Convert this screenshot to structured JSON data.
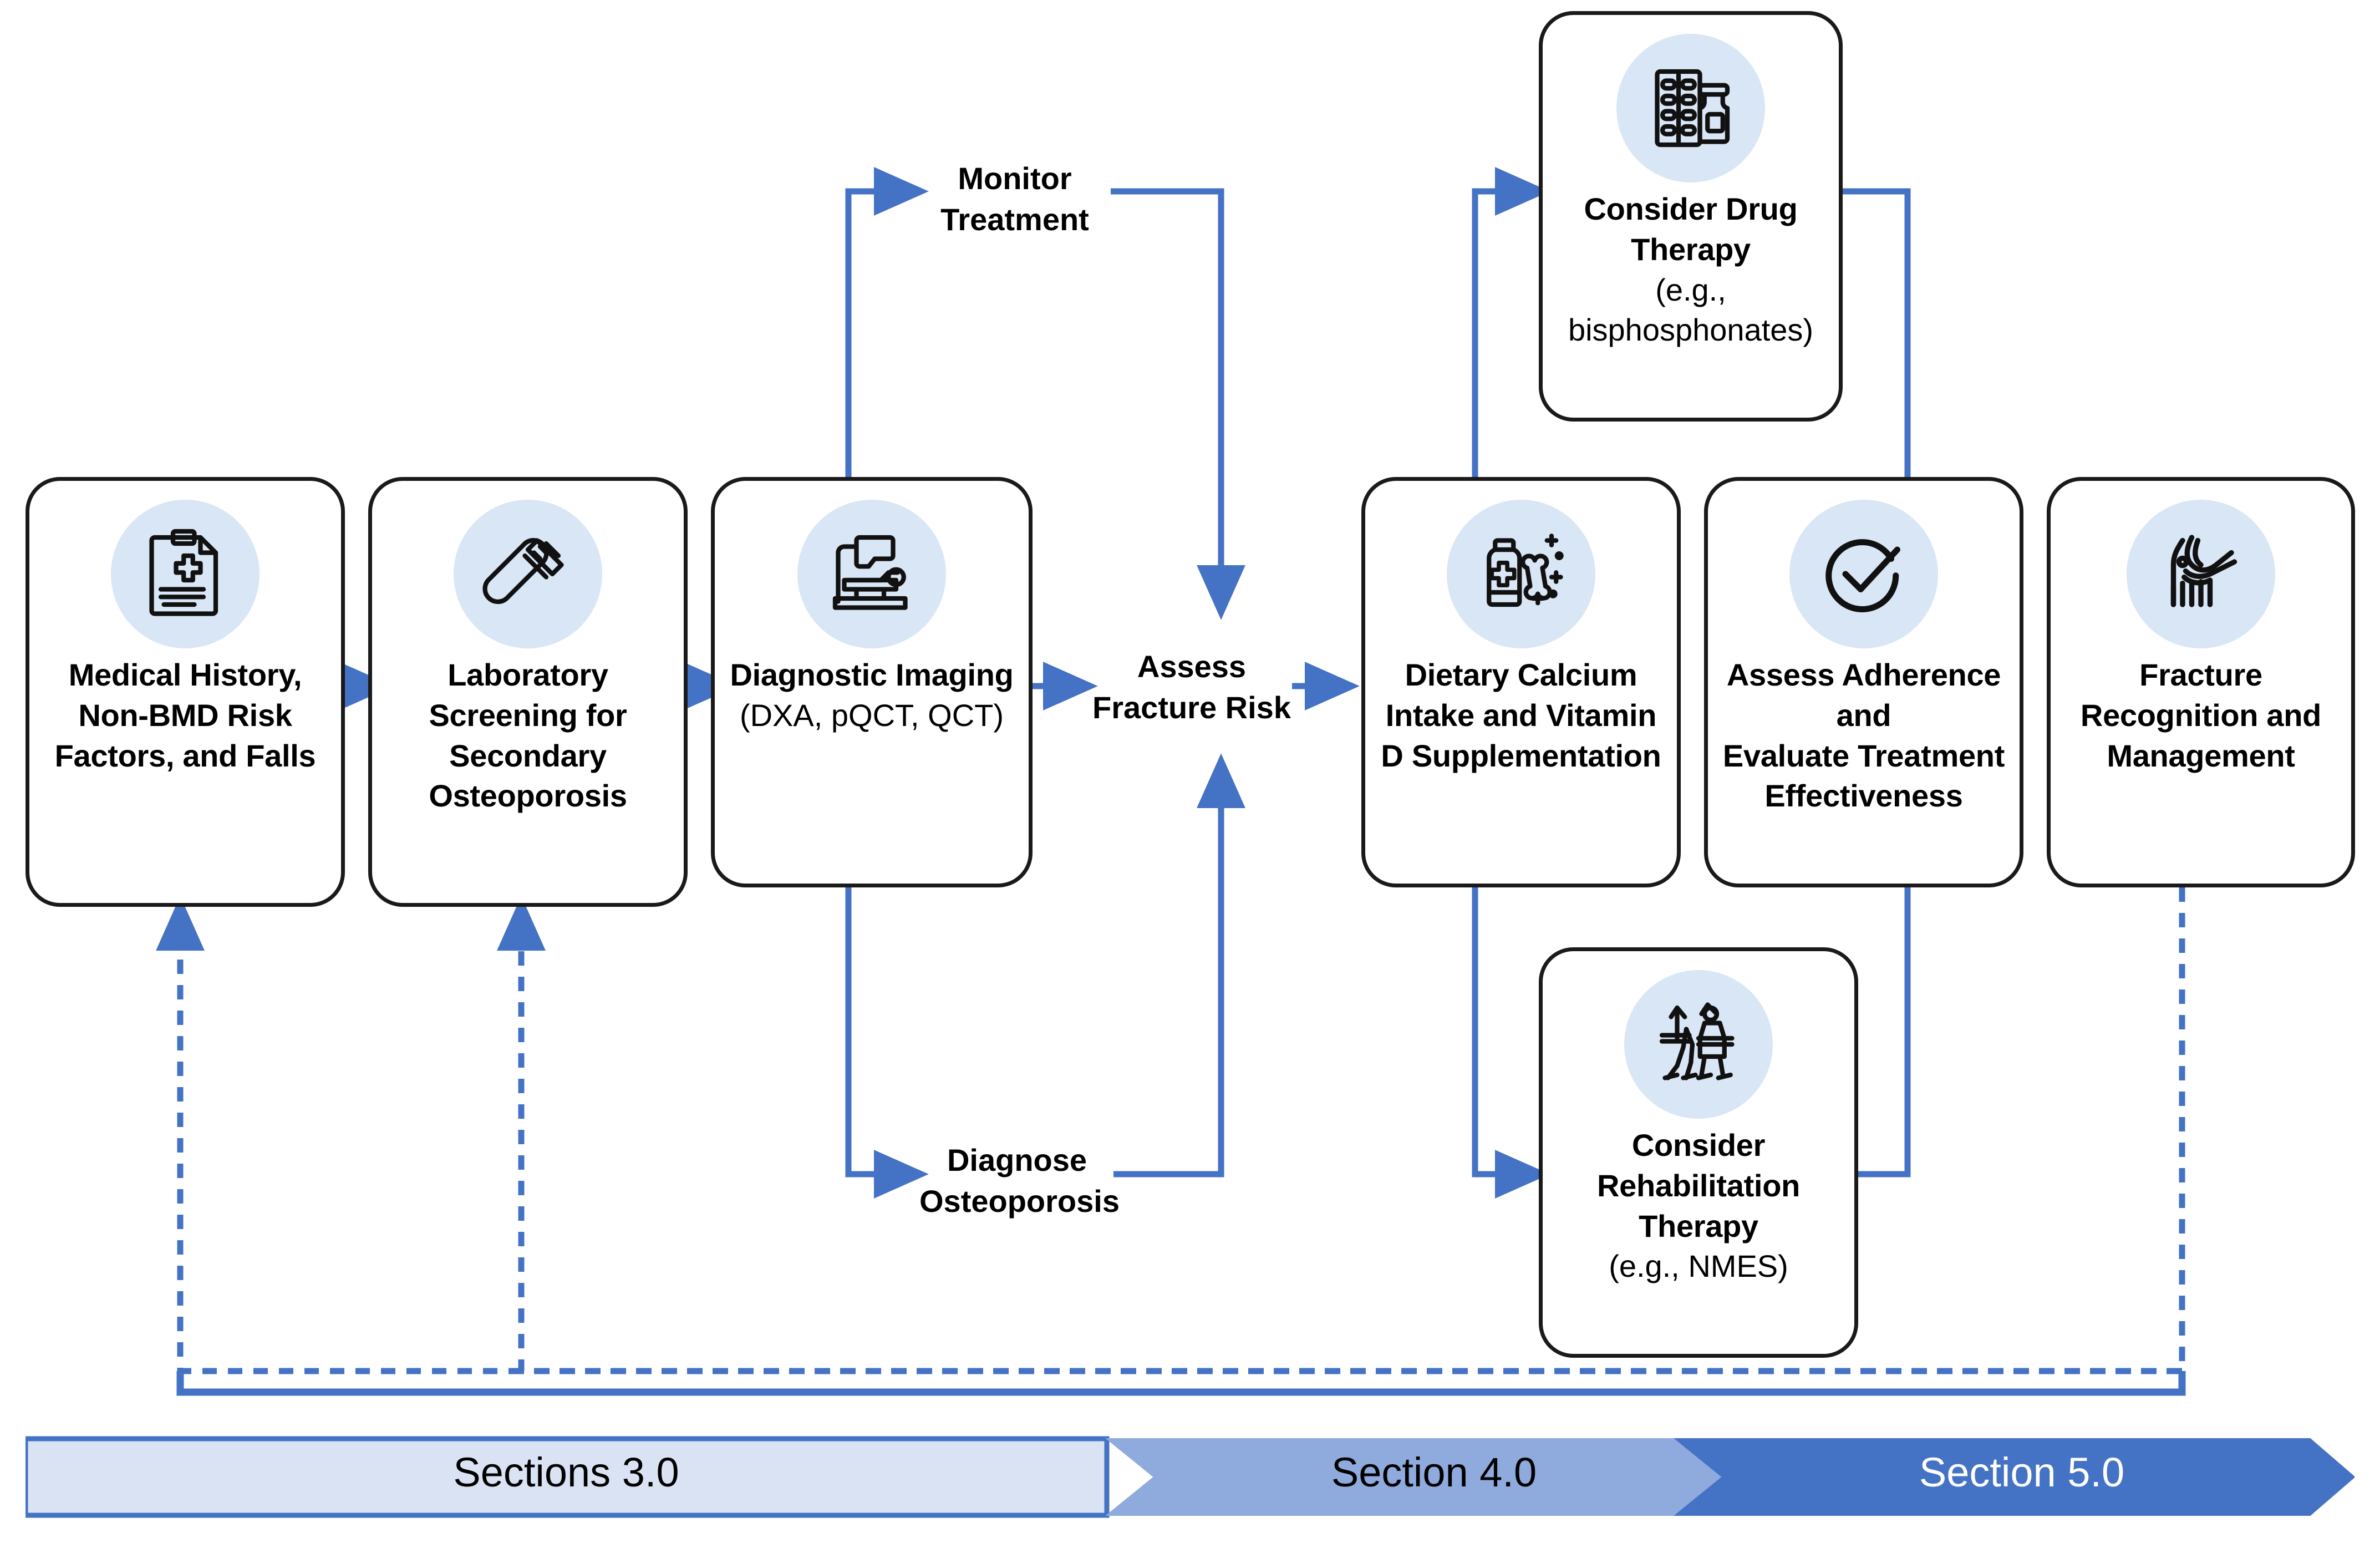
{
  "diagram": {
    "title": "Osteoporosis clinical care pathway flowchart",
    "accent_blue": "#4472C4",
    "icon_bg": "#D9E6F5",
    "outline": "#1A1A1A"
  },
  "nodes": [
    {
      "id": "medical-history",
      "icon": "clipboard-medical-record-icon",
      "line1": "Medical History,",
      "line2": "Non-BMD Risk",
      "line3": "Factors, and Falls",
      "sub": ""
    },
    {
      "id": "laboratory-screening",
      "icon": "test-tube-icon",
      "line1": "Laboratory",
      "line2": "Screening for",
      "line3": "Secondary",
      "line4": "Osteoporosis",
      "sub": ""
    },
    {
      "id": "diagnostic-imaging",
      "icon": "ct-scanner-icon",
      "line1": "Diagnostic Imaging",
      "sub": "(DXA, pQCT, QCT)"
    },
    {
      "id": "consider-drug-therapy",
      "icon": "pills-and-bottle-icon",
      "line1": "Consider Drug",
      "line2": "Therapy",
      "sub1": "(e.g.,",
      "sub2": "bisphosphonates)"
    },
    {
      "id": "dietary-calcium",
      "icon": "supplement-bottle-bone-icon",
      "line1": "Dietary Calcium",
      "line2": "Intake and Vitamin",
      "line3": "D Supplementation",
      "sub": ""
    },
    {
      "id": "assess-adherence",
      "icon": "check-circle-icon",
      "line1": "Assess Adherence and",
      "line2": "Evaluate Treatment",
      "line3": "Effectiveness",
      "sub": ""
    },
    {
      "id": "fracture-recognition",
      "icon": "knee-joint-bone-icon",
      "line1": "Fracture",
      "line2": "Recognition and",
      "line3": "Management",
      "sub": ""
    },
    {
      "id": "consider-rehabilitation",
      "icon": "walking-rehab-icon",
      "line1": "Consider",
      "line2": "Rehabilitation Therapy",
      "sub": "(e.g., NMES)"
    }
  ],
  "plain_labels": [
    {
      "id": "monitor-treatment",
      "line1": "Monitor",
      "line2": "Treatment"
    },
    {
      "id": "assess-fracture-risk",
      "line1": "Assess",
      "line2": "Fracture Risk"
    },
    {
      "id": "diagnose-osteoporosis",
      "line1": "Diagnose",
      "line2": "Osteoporosis"
    }
  ],
  "ribbon": {
    "segments": [
      {
        "id": "sections-3",
        "label": "Sections 3.0",
        "fill": "#DAE3F3",
        "text_color": "#000000"
      },
      {
        "id": "section-4",
        "label": "Section 4.0",
        "fill": "#8FAADC",
        "text_color": "#000000"
      },
      {
        "id": "section-5",
        "label": "Section 5.0",
        "fill": "#4472C4",
        "text_color": "#FFFFFF"
      }
    ]
  }
}
